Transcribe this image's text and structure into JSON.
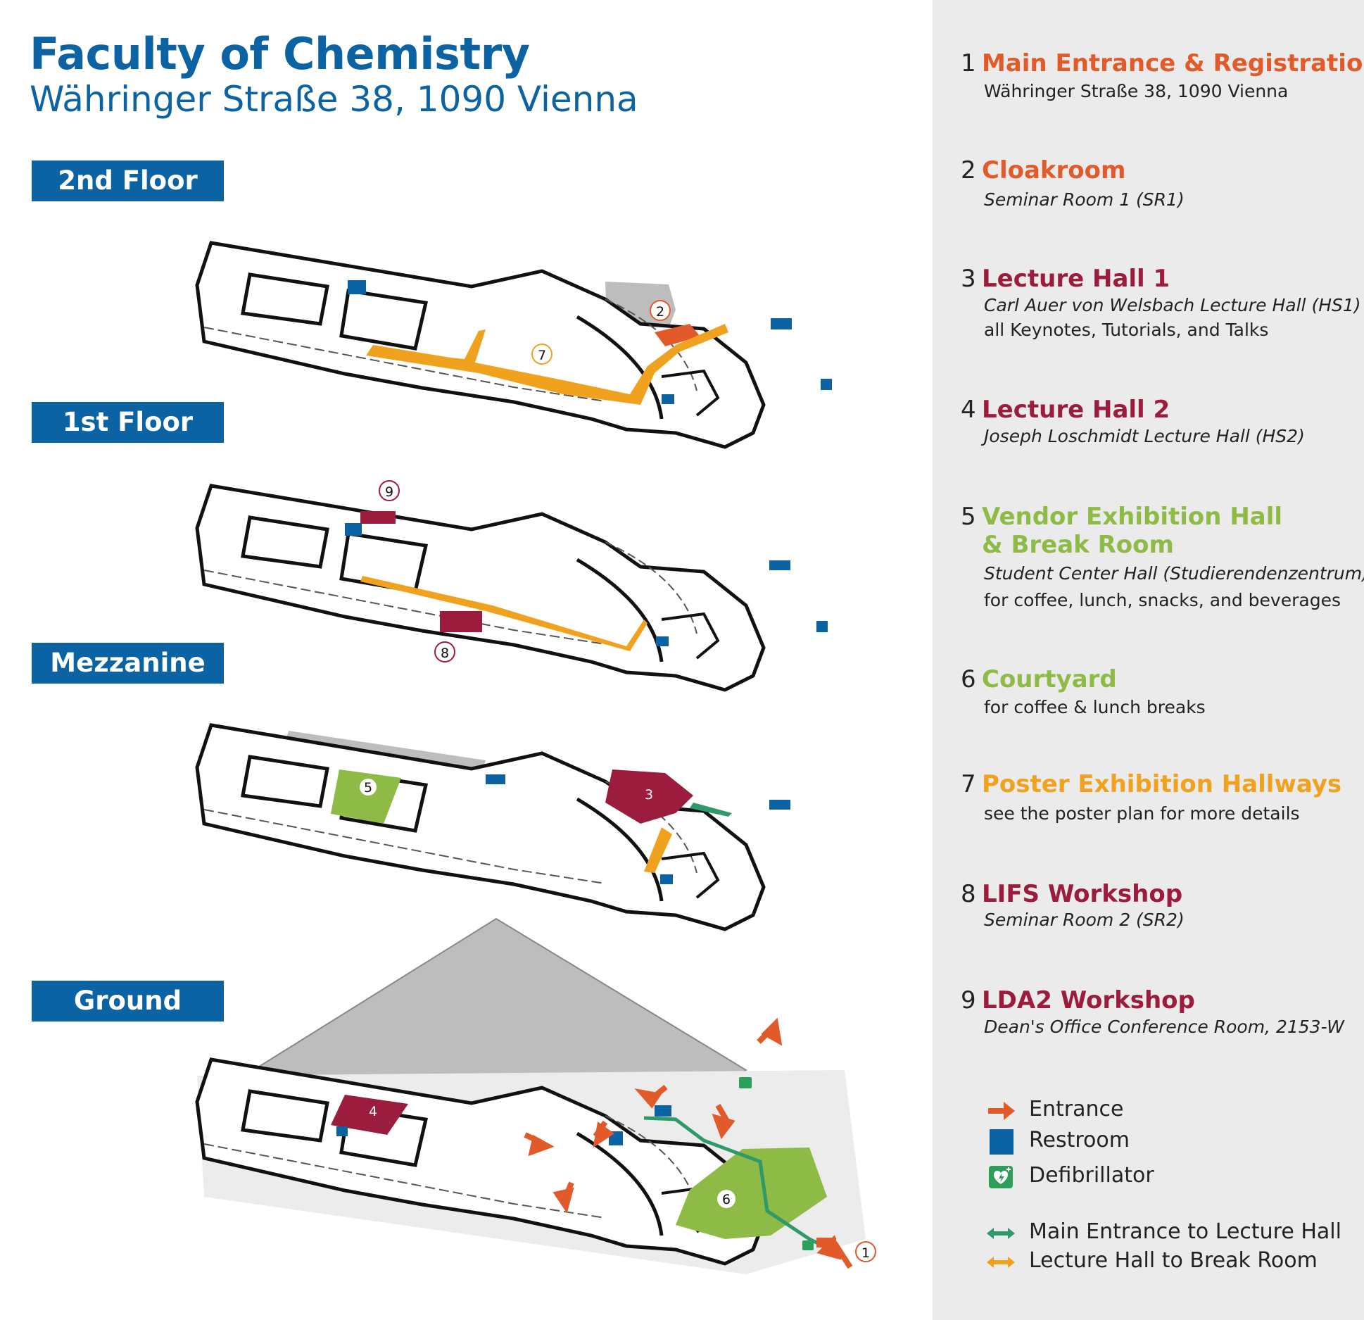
{
  "header": {
    "title": "Faculty of Chemistry",
    "subtitle": "Währinger Straße 38, 1090 Vienna"
  },
  "floors": [
    {
      "label": "2nd Floor"
    },
    {
      "label": "1st Floor"
    },
    {
      "label": "Mezzanine"
    },
    {
      "label": "Ground Floor"
    }
  ],
  "markers": [
    "1",
    "2",
    "3",
    "4",
    "5",
    "6",
    "7",
    "8",
    "9"
  ],
  "locations": [
    {
      "num": "1",
      "name": "Main Entrance & Registration",
      "color": "#e25a2a",
      "lines": [
        "Währinger Straße 38, 1090 Vienna"
      ],
      "italic": [
        false
      ]
    },
    {
      "num": "2",
      "name": "Cloakroom",
      "color": "#e25a2a",
      "lines": [
        "Seminar Room 1 (SR1)"
      ],
      "italic": [
        true
      ]
    },
    {
      "num": "3",
      "name": "Lecture Hall 1",
      "color": "#9b1c3c",
      "lines": [
        "Carl Auer von Welsbach Lecture Hall (HS1)",
        "all Keynotes, Tutorials, and Talks"
      ],
      "italic": [
        true,
        false
      ]
    },
    {
      "num": "4",
      "name": "Lecture Hall 2",
      "color": "#9b1c3c",
      "lines": [
        "Joseph Loschmidt Lecture Hall (HS2)"
      ],
      "italic": [
        true
      ]
    },
    {
      "num": "5",
      "name": "Vendor Exhibition Hall",
      "name2": "& Break Room",
      "color": "#8dbb45",
      "lines": [
        "Student Center Hall (Studierendenzentrum),",
        "for coffee, lunch, snacks, and beverages"
      ],
      "italic": [
        true,
        false
      ]
    },
    {
      "num": "6",
      "name": "Courtyard",
      "color": "#8dbb45",
      "lines": [
        "for coffee & lunch breaks"
      ],
      "italic": [
        false
      ]
    },
    {
      "num": "7",
      "name": "Poster Exhibition Hallways",
      "color": "#f0a21f",
      "lines": [
        "see the poster plan for more details"
      ],
      "italic": [
        false
      ]
    },
    {
      "num": "8",
      "name": "LIFS Workshop",
      "color": "#9b1c3c",
      "lines": [
        "Seminar Room 2 (SR2)"
      ],
      "italic": [
        true
      ]
    },
    {
      "num": "9",
      "name": "LDA2 Workshop",
      "color": "#9b1c3c",
      "lines": [
        "Dean's Office Conference Room, 2153-W"
      ],
      "italic": [
        true
      ]
    }
  ],
  "legend": {
    "entrance": "Entrance",
    "restroom": "Restroom",
    "defibrillator": "Defibrillator",
    "route_main": "Main Entrance to Lecture Hall",
    "route_break": "Lecture Hall to Break Room"
  },
  "colors": {
    "brand_blue": "#0b63a3",
    "entrance_orange": "#e25a2a",
    "restroom_blue": "#0b63a3",
    "defib_green": "#2e9e5b",
    "route_green": "#2e9a6a",
    "route_orange": "#f0a21f",
    "highlight_maroon": "#9b1c3c",
    "highlight_green": "#8dbb45",
    "background_gray": "#bdbdbd"
  }
}
